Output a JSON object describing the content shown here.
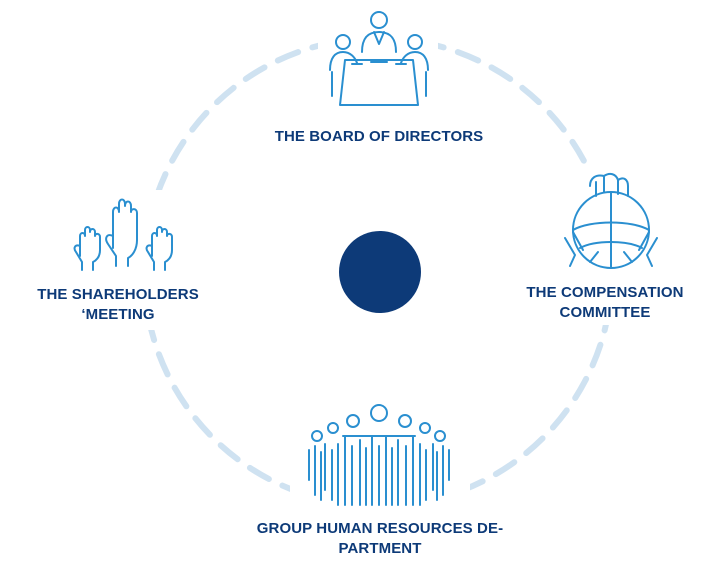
{
  "diagram": {
    "colors": {
      "primary": "#0d3a78",
      "icon": "#2a8fd0",
      "ring": "#cfe2f1"
    },
    "nodes": {
      "board": {
        "lines": [
          "THE BOARD OF DIRECTORS"
        ],
        "icon": "meeting-table-icon"
      },
      "compensation": {
        "lines": [
          "THE COMPENSATION",
          "COMMITTEE"
        ],
        "icon": "hands-holding-sphere-icon"
      },
      "hr": {
        "lines": [
          "GROUP HUMAN RESOURCES DE-",
          "PARTMENT"
        ],
        "icon": "group-of-people-icon"
      },
      "shareholders": {
        "lines": [
          "THE SHAREHOLDERS",
          "‘MEETING"
        ],
        "icon": "raised-hands-icon"
      }
    }
  }
}
